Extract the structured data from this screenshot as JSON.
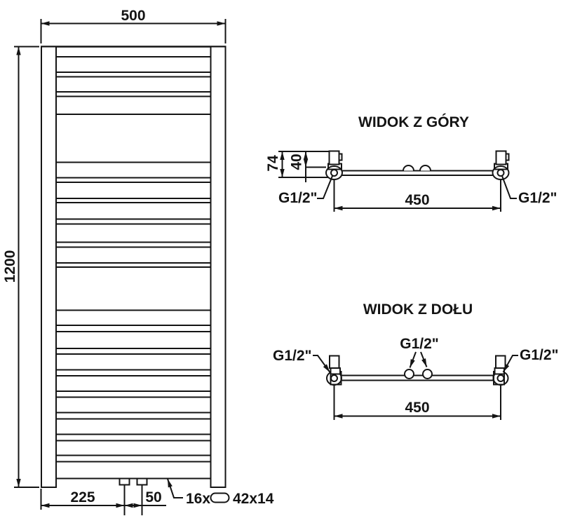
{
  "front_view": {
    "width_label": "500",
    "height_label": "1200",
    "offset_label": "225",
    "spacing_label": "50",
    "tube_count_label": "16x",
    "tube_profile_label": "42x14",
    "tube_line_ys": [
      81,
      103,
      109.5,
      131,
      137.5,
      163,
      231.5,
      253.5,
      260,
      283,
      289,
      312.5,
      319.5,
      345.5,
      352.5,
      375,
      381,
      442.5,
      464,
      473,
      497,
      505,
      527.5,
      536,
      558,
      566.5,
      588.5,
      597.5,
      619.5,
      628.5,
      649.5,
      658.5,
      682.5
    ]
  },
  "top_view": {
    "title": "WIDOK Z GÓRY",
    "depth_total_label": "74",
    "depth_label": "40",
    "spacing_label": "450",
    "thread_left_label": "G1/2\"",
    "thread_right_label": "G1/2\""
  },
  "bottom_view": {
    "title": "WIDOK Z DOŁU",
    "spacing_label": "450",
    "thread_left_label": "G1/2\"",
    "thread_center_label": "G1/2\"",
    "thread_right_label": "G1/2\""
  },
  "colors": {
    "line": "#141414",
    "background": "#ffffff"
  }
}
